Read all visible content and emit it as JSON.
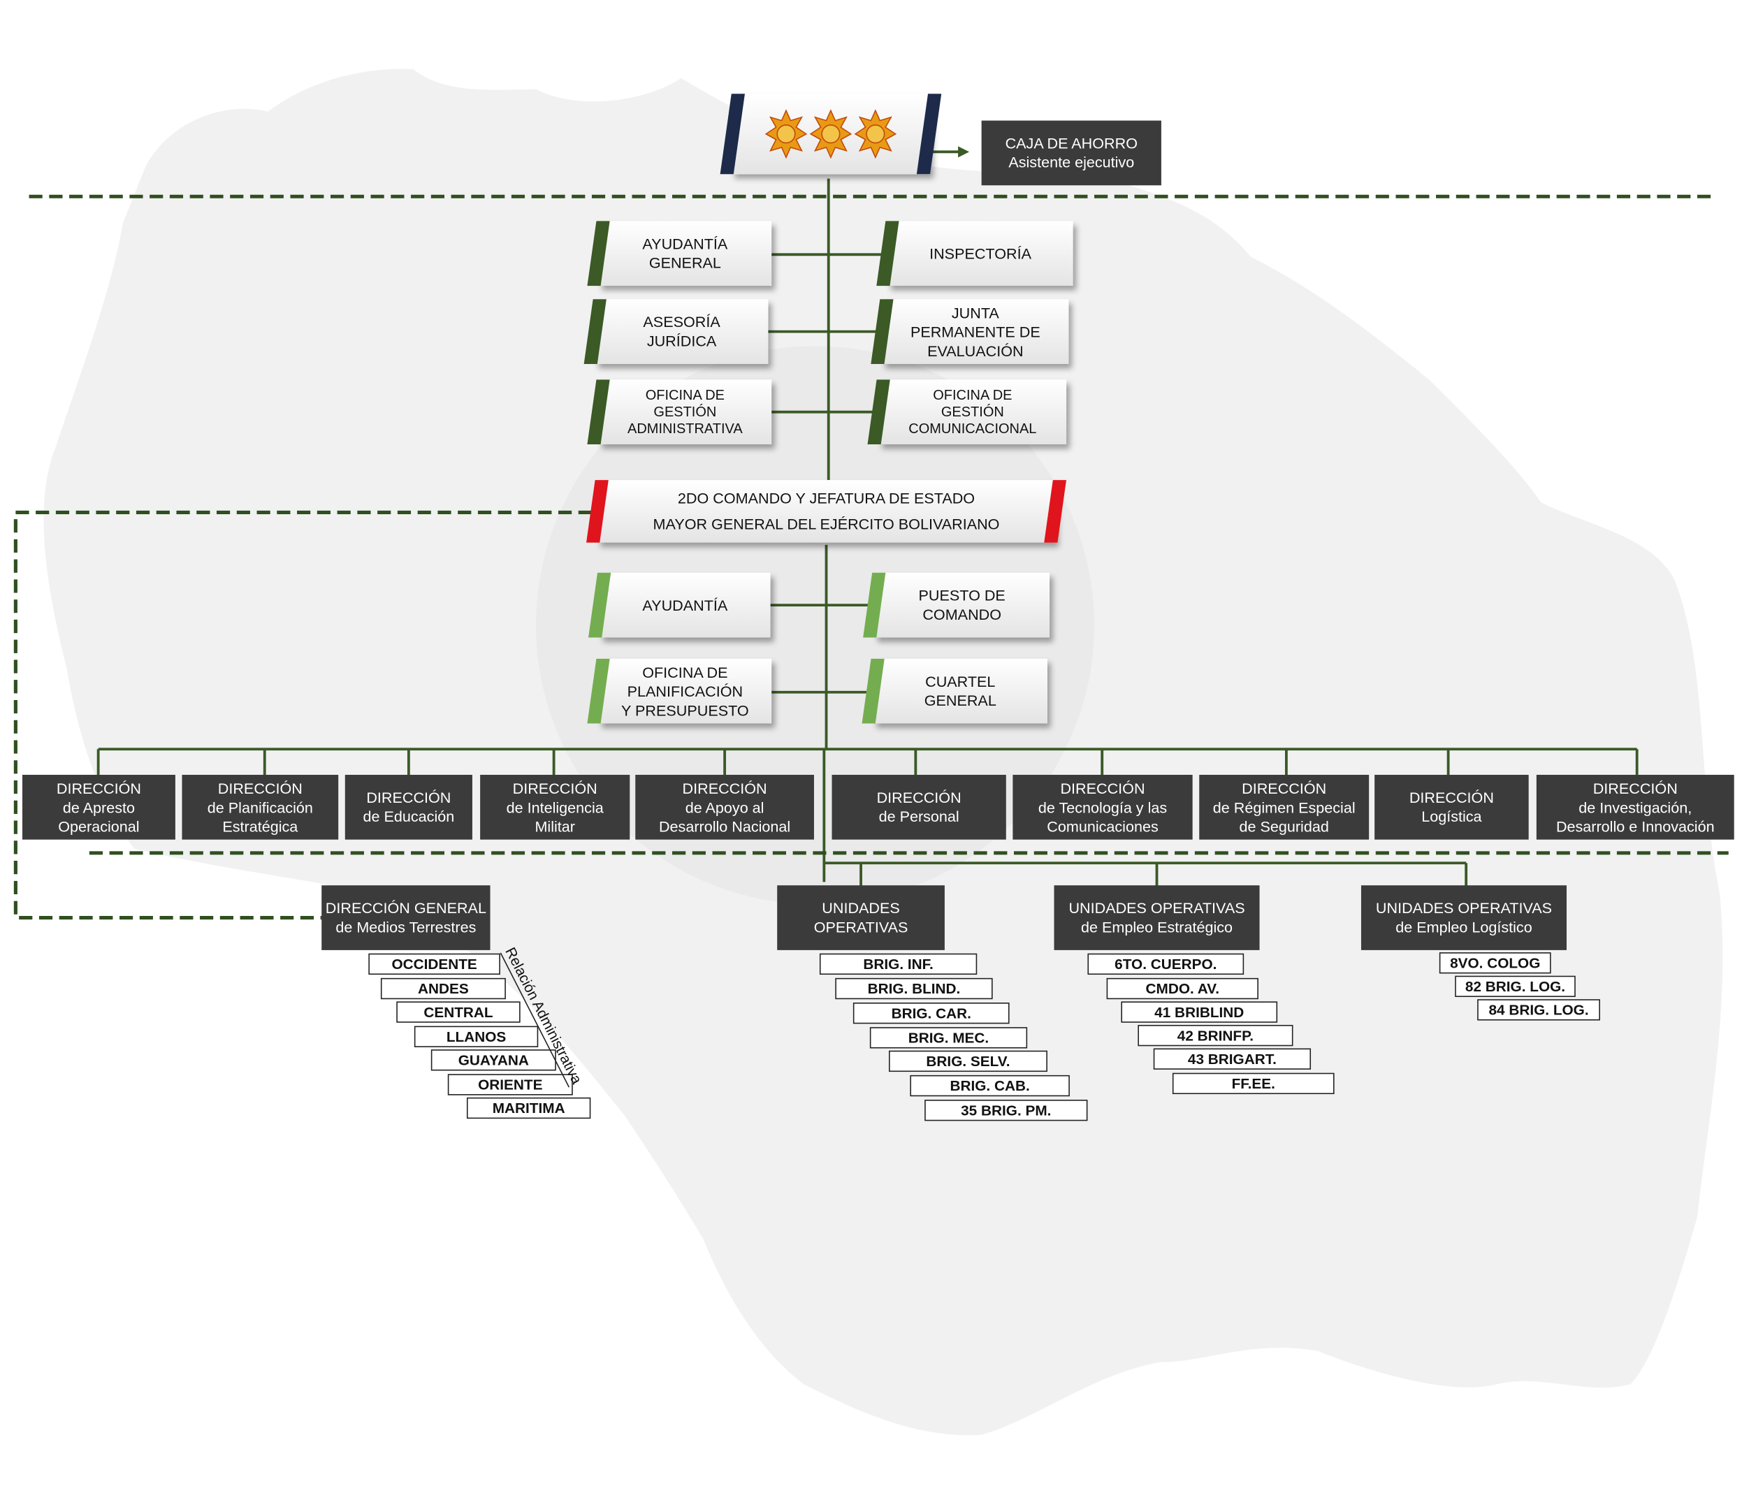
{
  "top": {
    "stars": 3,
    "caja": [
      "CAJA DE AHORRO",
      "Asistente ejecutivo"
    ]
  },
  "staff": {
    "ayudantia_general": [
      "AYUDANTÍA",
      "GENERAL"
    ],
    "inspectoria": [
      "INSPECTORÍA"
    ],
    "asesoria": [
      "ASESORÍA",
      "JURÍDICA"
    ],
    "junta": [
      "JUNTA",
      "PERMANENTE DE",
      "EVALUACIÓN"
    ],
    "oficina_admin": [
      "OFICINA DE",
      "GESTIÓN",
      "ADMINISTRATIVA"
    ],
    "oficina_com": [
      "OFICINA DE",
      "GESTIÓN",
      "COMUNICACIONAL"
    ]
  },
  "second": [
    "2DO COMANDO Y JEFATURA DE ESTADO",
    "MAYOR GENERAL DEL EJÉRCITO BOLIVARIANO"
  ],
  "second_staff": {
    "ayudantia": [
      "AYUDANTÍA"
    ],
    "puesto": [
      "PUESTO DE",
      "COMANDO"
    ],
    "planificacion": [
      "OFICINA DE",
      "PLANIFICACIÓN",
      "Y PRESUPUESTO"
    ],
    "cuartel": [
      "CUARTEL",
      "GENERAL"
    ]
  },
  "directions": [
    [
      "DIRECCIÓN",
      "de Apresto",
      "Operacional"
    ],
    [
      "DIRECCIÓN",
      "de Planificación",
      "Estratégica"
    ],
    [
      "DIRECCIÓN",
      "de Educación"
    ],
    [
      "DIRECCIÓN",
      "de Inteligencia",
      "Militar"
    ],
    [
      "DIRECCIÓN",
      "de Apoyo al",
      "Desarrollo Nacional"
    ],
    [
      "DIRECCIÓN",
      "de Personal"
    ],
    [
      "DIRECCIÓN",
      "de Tecnología y las",
      "Comunicaciones"
    ],
    [
      "DIRECCIÓN",
      "de Régimen Especial",
      "de Seguridad"
    ],
    [
      "DIRECCIÓN",
      "Logística"
    ],
    [
      "DIRECCIÓN",
      "de Investigación,",
      "Desarrollo e Innovación"
    ]
  ],
  "bottom": {
    "medios": {
      "title": [
        "DIRECCIÓN GENERAL",
        "de Medios Terrestres"
      ],
      "items": [
        "OCCIDENTE",
        "ANDES",
        "CENTRAL",
        "LLANOS",
        "GUAYANA",
        "ORIENTE",
        "MARITIMA"
      ]
    },
    "unidades": {
      "title": [
        "UNIDADES",
        "OPERATIVAS"
      ],
      "items": [
        "BRIG. INF.",
        "BRIG. BLIND.",
        "BRIG. CAR.",
        "BRIG. MEC.",
        "BRIG. SELV.",
        "BRIG. CAB.",
        "35 BRIG. PM."
      ]
    },
    "estrategico": {
      "title": [
        "UNIDADES OPERATIVAS",
        "de Empleo Estratégico"
      ],
      "items": [
        "6TO. CUERPO.",
        "CMDO. AV.",
        "41 BRIBLIND",
        "42 BRINFP.",
        "43 BRIGART.",
        "FF.EE."
      ]
    },
    "logistico": {
      "title": [
        "UNIDADES OPERATIVAS",
        "de Empleo Logístico"
      ],
      "items": [
        "8VO. COLOG",
        "82 BRIG. LOG.",
        "84 BRIG. LOG."
      ]
    }
  },
  "relacion": "Relación Administrativa",
  "colors": {
    "line": "#3a5a26",
    "dash": "#2f4f1f",
    "dark_box": "#3b3b3b",
    "bar_dark": "#3b5a25",
    "bar_light": "#74ad50",
    "bar_red": "#e0141c",
    "bar_navy": "#1e2a4a",
    "star": "#e89a14"
  }
}
